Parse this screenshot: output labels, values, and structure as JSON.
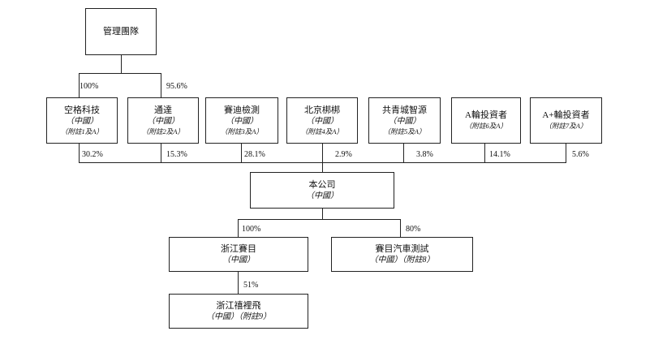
{
  "management": {
    "label": "管理團隊"
  },
  "management_pcts": [
    "100%",
    "95.6%"
  ],
  "shareholders": [
    {
      "name": "空格科技",
      "sub": "（中國）",
      "note": "（附註1及A）",
      "pct": "30.2%"
    },
    {
      "name": "通達",
      "sub": "（中國）",
      "note": "（附註2及A）",
      "pct": "15.3%"
    },
    {
      "name": "賽迪檢測",
      "sub": "（中國）",
      "note": "（附註3及A）",
      "pct": "28.1%"
    },
    {
      "name": "北京梆梆",
      "sub": "（中國）",
      "note": "（附註4及A）",
      "pct": "2.9%"
    },
    {
      "name": "共青城智源",
      "sub": "（中國）",
      "note": "（附註5及A）",
      "pct": "3.8%"
    },
    {
      "name": "A輪投資者",
      "note": "（附註6及A）",
      "pct": "14.1%"
    },
    {
      "name": "A+輪投資者",
      "note": "（附註7及A）",
      "pct": "5.6%"
    }
  ],
  "company": {
    "name": "本公司",
    "sub": "（中國）"
  },
  "subsidiaries": [
    {
      "name": "浙江賽目",
      "sub": "（中國）",
      "pct": "100%"
    },
    {
      "name": "賽目汽車測試",
      "sub": "（中國）（附註8）",
      "pct": "80%"
    }
  ],
  "second_tier": {
    "name": "浙江禧裡飛",
    "sub": "（中國）（附註9）",
    "pct": "51%"
  }
}
